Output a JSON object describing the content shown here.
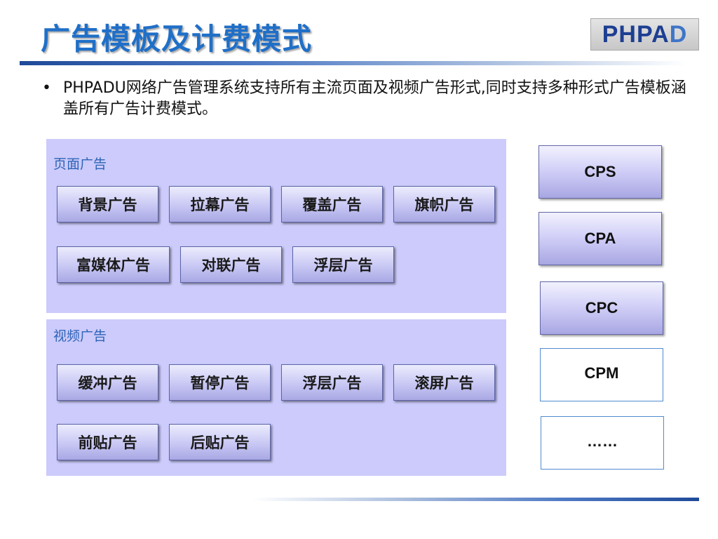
{
  "slide": {
    "title": "广告模板及计费模式",
    "logo_text_dark": "PHPA",
    "logo_text_light": "D",
    "bullet_symbol": "•",
    "bullet_text": "PHPADU网络广告管理系统支持所有主流页面及视频广告形式,同时支持多种形式广告模板涵盖所有广告计费模式。"
  },
  "page_ads": {
    "title": "页面广告",
    "items": [
      "背景广告",
      "拉幕广告",
      "覆盖广告",
      "旗帜广告",
      "富媒体广告",
      "对联广告",
      "浮层广告"
    ]
  },
  "video_ads": {
    "title": "视频广告",
    "items": [
      "缓冲广告",
      "暂停广告",
      "浮层广告",
      "滚屏广告",
      "前贴广告",
      "后贴广告"
    ]
  },
  "billing_models": [
    "CPS",
    "CPA",
    "CPC",
    "CPM",
    "……"
  ],
  "colors": {
    "title_blue": "#1f6fc8",
    "panel_bg": "#cccbfb",
    "panel_label": "#2e64b7",
    "button_border": "#5c64a6"
  }
}
